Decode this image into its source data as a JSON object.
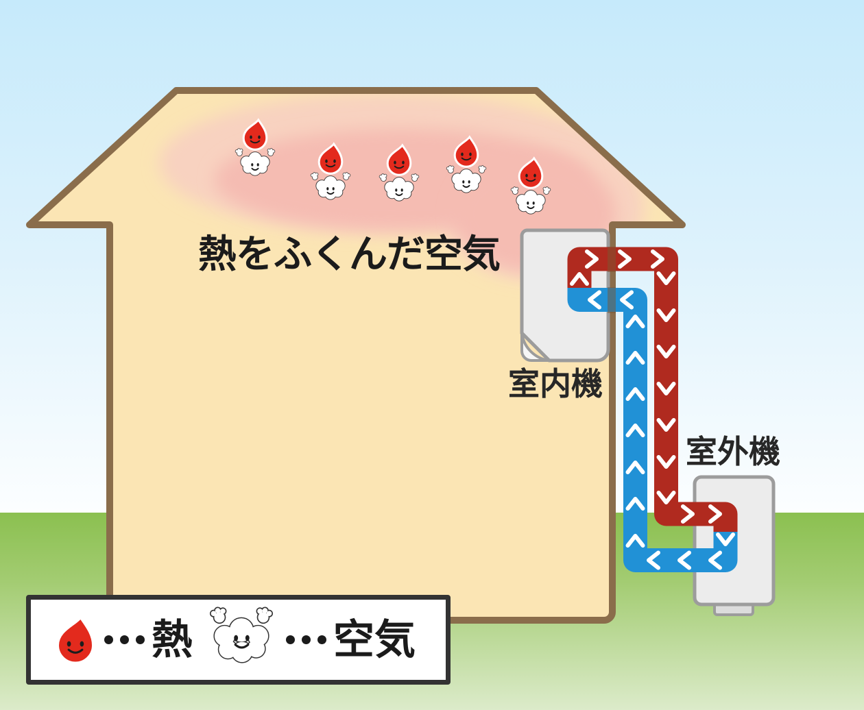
{
  "labels": {
    "heated_air": "熱をふくんだ空気",
    "indoor_unit": "室内機",
    "outdoor_unit": "室外機"
  },
  "legend": {
    "heat_icon": "hot-drop-icon",
    "heat_label": "熱",
    "air_icon": "air-cloud-icon",
    "air_label": "空気",
    "separator": "・・・"
  },
  "characters": {
    "name": "heat-drop-riding-air-cloud",
    "count": 5
  },
  "pipes": {
    "hot": {
      "color": "#b02a1f",
      "flow": "indoor-unit to outdoor-unit (right/down chevrons)"
    },
    "cold": {
      "color": "#2191d6",
      "flow": "outdoor-unit to indoor-unit (left/up chevrons)"
    }
  },
  "colors": {
    "sky_top": "#c6eafb",
    "sky_bottom": "#fcfeff",
    "ground_top": "#8bc050",
    "ground_bottom": "#dcebca",
    "house_fill": "#fbe5b4",
    "house_border": "#8a6d4b",
    "heat_glow_outer": "#f8d2c0",
    "heat_glow_inner": "#f5bcb2",
    "hot_pipe": "#b02a1f",
    "cold_pipe": "#2191d6",
    "chevron": "#ffffff",
    "drop_red": "#e32a1d",
    "unit_fill": "#ececec",
    "unit_border": "#9c9c9c",
    "legend_border": "#333333",
    "text": "#1b1b1b"
  }
}
